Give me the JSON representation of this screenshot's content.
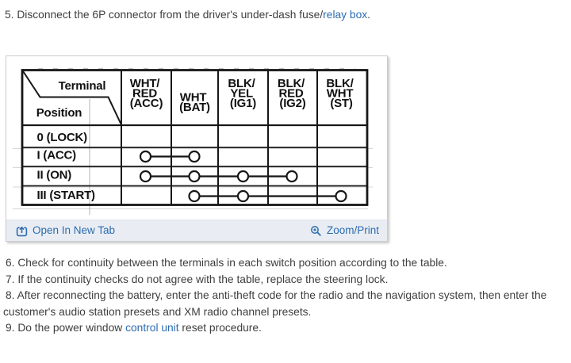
{
  "intro": {
    "pre": "5. Disconnect the 6P connector from the driver's under-dash fuse/",
    "link": "relay box",
    "post": "."
  },
  "figure": {
    "open_in_new_tab": "Open In New Tab",
    "zoom_print": "Zoom/Print",
    "table": {
      "corner": {
        "top": "Terminal",
        "bottom": "Position"
      },
      "columns": [
        {
          "lines": [
            "WHT/",
            "RED",
            "(ACC)"
          ]
        },
        {
          "lines": [
            "WHT",
            "(BAT)"
          ]
        },
        {
          "lines": [
            "BLK/",
            "YEL",
            "(IG1)"
          ]
        },
        {
          "lines": [
            "BLK/",
            "RED",
            "(IG2)"
          ]
        },
        {
          "lines": [
            "BLK/",
            "WHT",
            "(ST)"
          ]
        }
      ],
      "terminal_keys": [
        "ACC",
        "BAT",
        "IG1",
        "IG2",
        "ST"
      ],
      "rows": [
        {
          "label": "0 (LOCK)",
          "connected": []
        },
        {
          "label": "I (ACC)",
          "connected": [
            "ACC",
            "BAT"
          ]
        },
        {
          "label": "II (ON)",
          "connected": [
            "ACC",
            "BAT",
            "IG1",
            "IG2"
          ]
        },
        {
          "label": "III (START)",
          "connected": [
            "BAT",
            "IG1",
            "ST"
          ]
        }
      ]
    }
  },
  "steps": {
    "s6": "6. Check for continuity between the terminals in each switch position according to the table.",
    "s7": "7. If the continuity checks do not agree with the table, replace the steering lock.",
    "s8": "8. After reconnecting the battery, enter the anti-theft code for the radio and the navigation system, then enter the customer's audio station presets and XM radio channel presets.",
    "s9": {
      "pre": "9. Do the power window ",
      "link": "control unit",
      "post": " reset procedure."
    }
  },
  "colors": {
    "link_blue": "#2c6cb0",
    "body_text": "#3e3e3e",
    "bar_bg": "#e9edf3",
    "table_ink": "#161616"
  }
}
